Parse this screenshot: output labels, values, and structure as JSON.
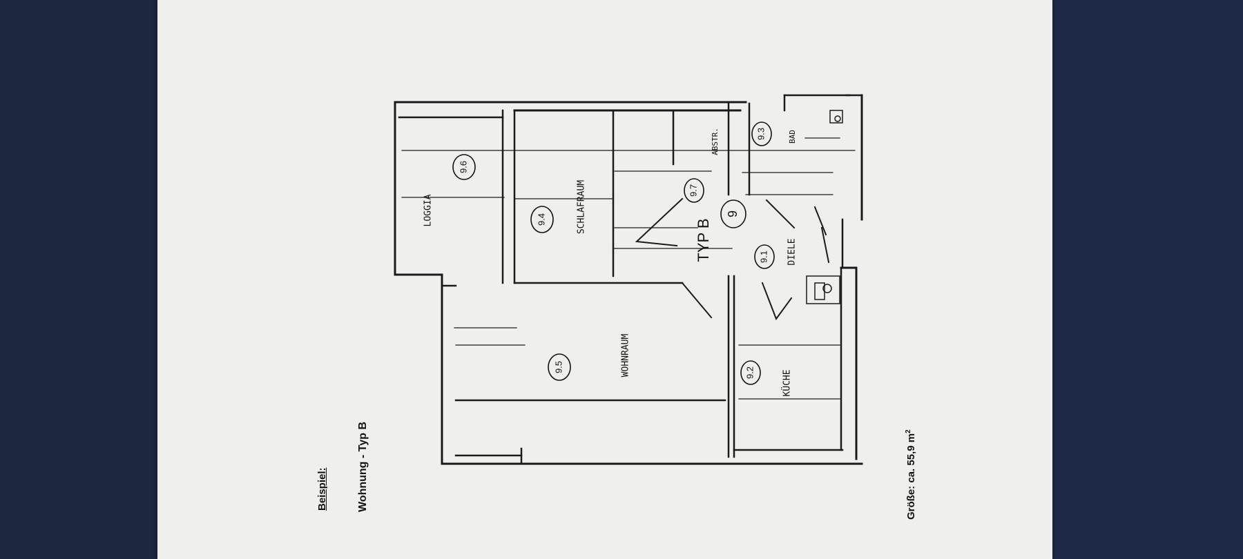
{
  "document": {
    "heading": "Beispiel:",
    "subtitle": "Wohnung - Typ B",
    "size_label": "Größe: ca. 55,9 m",
    "size_unit_sup": "2"
  },
  "floorplan": {
    "type_label": "TYP B",
    "unit_number": "9",
    "rooms": [
      {
        "name": "LOGGIA",
        "number": "9.6"
      },
      {
        "name": "SCHLAFRAUM",
        "number": "9.4"
      },
      {
        "name": "ABSTR.",
        "number": "9.7"
      },
      {
        "name": "BAD",
        "number": "9.3"
      },
      {
        "name": "DIELE",
        "number": "9.1"
      },
      {
        "name": "WOHNRAUM",
        "number": "9.5"
      },
      {
        "name": "KÜCHE",
        "number": "9.2"
      }
    ]
  }
}
